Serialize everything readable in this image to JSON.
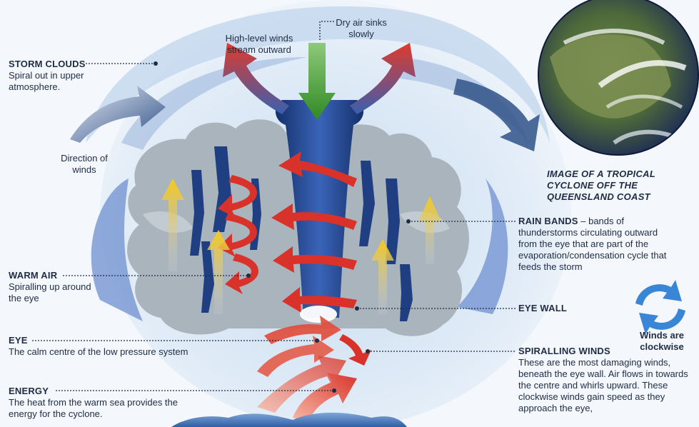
{
  "labels": {
    "storm_clouds": {
      "title": "STORM CLOUDS",
      "text": "Spiral out in upper atmosphere."
    },
    "high_level_winds": "High-level winds stream outward",
    "dry_air": "Dry air sinks slowly",
    "direction_of_winds": "Direction of winds",
    "warm_air": {
      "title": "WARM AIR",
      "text": "Spiralling up around the eye"
    },
    "eye": {
      "title": "EYE",
      "text": "The calm centre of the low pressure system"
    },
    "energy": {
      "title": "ENERGY",
      "text": "The heat from the warm sea provides the energy for the cyclone."
    },
    "image_caption": "IMAGE OF A TROPICAL CYCLONE OFF THE QUEENSLAND COAST",
    "rain_bands": {
      "title": "RAIN BANDS",
      "text": "– bands of thunderstorms circulating outward from the eye that are part of the evaporation/condensation cycle that feeds the storm"
    },
    "eye_wall": {
      "title": "EYE WALL"
    },
    "spiralling_winds": {
      "title": "SPIRALLING WINDS",
      "text": "These are the most damaging winds, beneath the eye wall. Air flows in towards the centre and whirls upward. These clockwise winds gain speed as they approach the eye,"
    },
    "winds_clockwise": "Winds are clockwise"
  },
  "colors": {
    "sky": "#dce9f6",
    "cloud": "#a8b3bd",
    "column": "#1f3f82",
    "warm_arrow": "#d8322a",
    "updraft": "#f2c418",
    "dry_air_arrow": "#3f9a2c",
    "sea": "#3b73b6"
  }
}
